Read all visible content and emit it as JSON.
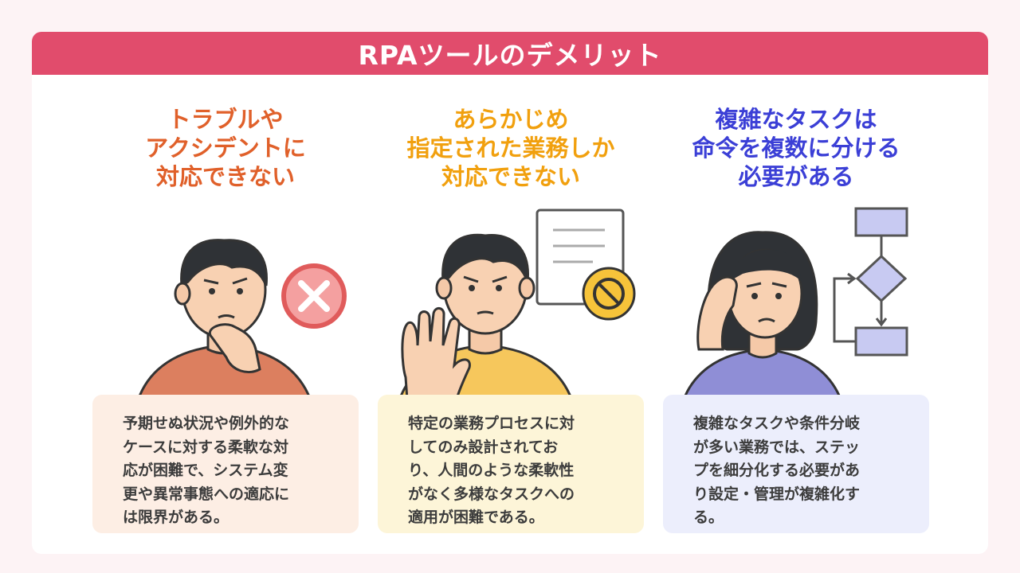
{
  "title": "RPAツールのデメリット",
  "colors": {
    "banner": "#e14c6c",
    "col1_heading": "#e0602a",
    "col2_heading": "#f1a00e",
    "col3_heading": "#3b3fd6",
    "col1_box": "#fdeee4",
    "col2_box": "#fdf5d8",
    "col3_box": "#eceefc"
  },
  "columns": [
    {
      "heading": [
        "トラブルや",
        "アクシデントに",
        "対応できない"
      ],
      "icon": "x-mark-icon",
      "desc": [
        "予期せぬ状況や例外的な",
        "ケースに対する柔軟な対",
        "応が困難で、システム変",
        "更や異常事態への適応に",
        "は限界がある。"
      ]
    },
    {
      "heading": [
        "あらかじめ",
        "指定された業務しか",
        "対応できない"
      ],
      "icon": "document-prohibited-icon",
      "desc": [
        "特定の業務プロセスに対",
        "してのみ設計されてお",
        "り、人間のような柔軟性",
        "がなく多様なタスクへの",
        "適用が困難である。"
      ]
    },
    {
      "heading": [
        "複雑なタスクは",
        "命令を複数に分ける",
        "必要がある"
      ],
      "icon": "flowchart-icon",
      "desc": [
        "複雑なタスクや条件分岐",
        "が多い業務では、ステッ",
        "プを細分化する必要があ",
        "り設定・管理が複雑化す",
        "る。"
      ]
    }
  ]
}
